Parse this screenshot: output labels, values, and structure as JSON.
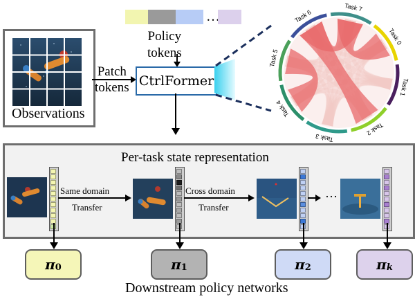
{
  "observations_label": "Observations",
  "patch_tokens_label": "Patch\ntokens",
  "policy_tokens_label": "Policy\ntokens",
  "ctrlformer_label": "CtrlFormer",
  "chord": {
    "tasks": [
      "Task 0",
      "Task 1",
      "Task 2",
      "Task 3",
      "Task 4",
      "Task 5",
      "Task 6",
      "Task 7"
    ],
    "colors": [
      "#e8d400",
      "#4a1f5e",
      "#8fcf2a",
      "#2f9a8a",
      "#2c8f6a",
      "#4aa05a",
      "#3b4f9a",
      "#3e8f8a"
    ]
  },
  "token_colors": [
    "#f2f5b0",
    "#9a9a9a",
    "#b7ccf6",
    "#dcd0ec"
  ],
  "token_ellipsis": "…",
  "panel_title": "Per-task state representation",
  "transfer1_line1": "Same domain",
  "transfer1_line2": "Transfer",
  "transfer2_line1": "Cross domain",
  "transfer2_line2": "Transfer",
  "mid_ellipsis": "…",
  "policies": [
    {
      "sym": "π",
      "sub": "0",
      "color": "#f5f6b8"
    },
    {
      "sym": "π",
      "sub": "1",
      "color": "#b3b3b3"
    },
    {
      "sym": "π",
      "sub": "2",
      "color": "#cfdaf6"
    },
    {
      "sym": "π",
      "sub": "k",
      "color": "#ddd2ec"
    }
  ],
  "bottom_label": "Downstream policy networks"
}
